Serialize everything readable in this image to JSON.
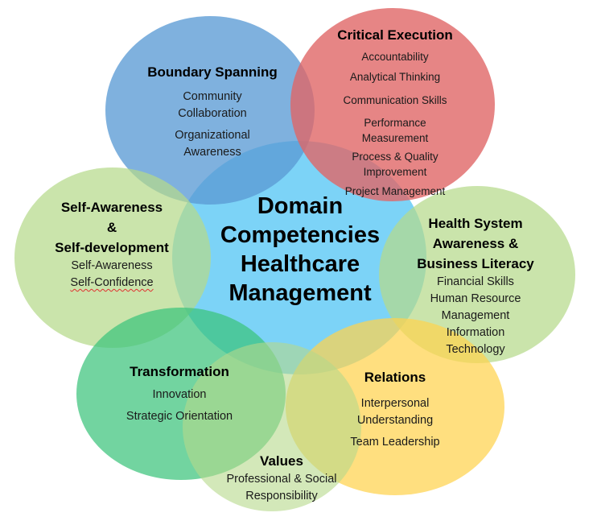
{
  "center": {
    "title_lines": [
      "Domain",
      "Competencies",
      "Healthcare",
      "Management"
    ]
  },
  "domains": {
    "boundary_spanning": {
      "title": "Boundary Spanning",
      "items": [
        "Community",
        "Collaboration",
        "Organizational",
        "Awareness"
      ],
      "color": "#5b9bd5"
    },
    "critical_execution": {
      "title": "Critical Execution",
      "items": [
        "Accountability",
        "Analytical Thinking",
        "Communication Skills",
        "Performance",
        "Measurement",
        "Process & Quality",
        "Improvement",
        "Project Management"
      ],
      "color": "#e06666"
    },
    "self_awareness": {
      "title_lines": [
        "Self-Awareness",
        "&",
        "Self-development"
      ],
      "items": [
        "Self-Awareness",
        "Self-Confidence"
      ],
      "color": "#b5d98a"
    },
    "health_system": {
      "title_lines": [
        "Health System",
        "Awareness &",
        "Business Literacy"
      ],
      "items": [
        "Financial Skills",
        "Human Resource",
        "Management",
        "Information",
        "Technology"
      ],
      "color": "#b5d98a"
    },
    "transformation": {
      "title": "Transformation",
      "items": [
        "Innovation",
        "Strategic Orientation"
      ],
      "color": "#3cc47c"
    },
    "relations": {
      "title": "Relations",
      "items": [
        "Interpersonal",
        "Understanding",
        "Team Leadership"
      ],
      "color": "#ffd24d"
    },
    "values": {
      "title": "Values",
      "items": [
        "Professional & Social",
        "Responsibility"
      ],
      "color": "#b5d98a"
    }
  },
  "center_color": "#5bc8f5"
}
